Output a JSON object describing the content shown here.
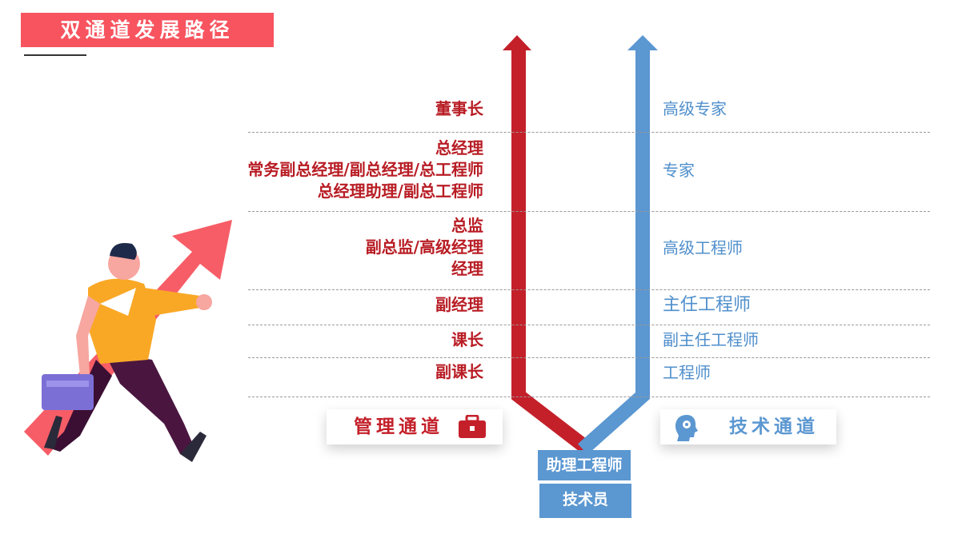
{
  "title": "双通道发展路径",
  "management": {
    "label": "管理通道",
    "levels": [
      "董事长",
      "总经理",
      "常务副总经理/副总经理/总工程师",
      "总经理助理/副总工程师",
      "总监",
      "副总监/高级经理",
      "经理",
      "副经理",
      "课长",
      "副课长"
    ],
    "color": "#c4202a"
  },
  "technical": {
    "label": "技术通道",
    "levels": [
      "高级专家",
      "专家",
      "高级工程师",
      "主任工程师",
      "副主任工程师",
      "工程师"
    ],
    "color": "#5b97d1"
  },
  "base": {
    "top": "助理工程师",
    "bottom": "技术员"
  }
}
